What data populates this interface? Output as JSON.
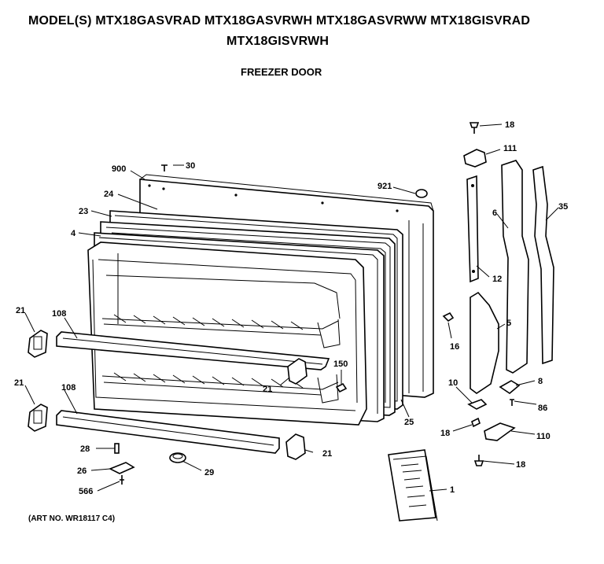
{
  "header": {
    "models_line1": "MODEL(S) MTX18GASVRAD  MTX18GASVRWH  MTX18GASVRWW  MTX18GISVRAD",
    "models_line2": "MTX18GISVRWH",
    "section_title": "FREEZER DOOR"
  },
  "footer": {
    "art_number": "(ART NO. WR18117 C4)"
  },
  "callouts": {
    "c900": "900",
    "c30": "30",
    "c24": "24",
    "c23": "23",
    "c4": "4",
    "c921": "921",
    "c18_top": "18",
    "c111": "111",
    "c6": "6",
    "c35": "35",
    "c12": "12",
    "c16": "16",
    "c5": "5",
    "c21_left_top": "21",
    "c108_top": "108",
    "c21_mid": "21",
    "c150": "150",
    "c21_left_bottom": "21",
    "c108_bottom": "108",
    "c25": "25",
    "c10": "10",
    "c8": "8",
    "c86": "86",
    "c18_mid": "18",
    "c110": "110",
    "c18_bottom": "18",
    "c28": "28",
    "c21_bottom": "21",
    "c26": "26",
    "c29": "29",
    "c566": "566",
    "c1": "1"
  }
}
